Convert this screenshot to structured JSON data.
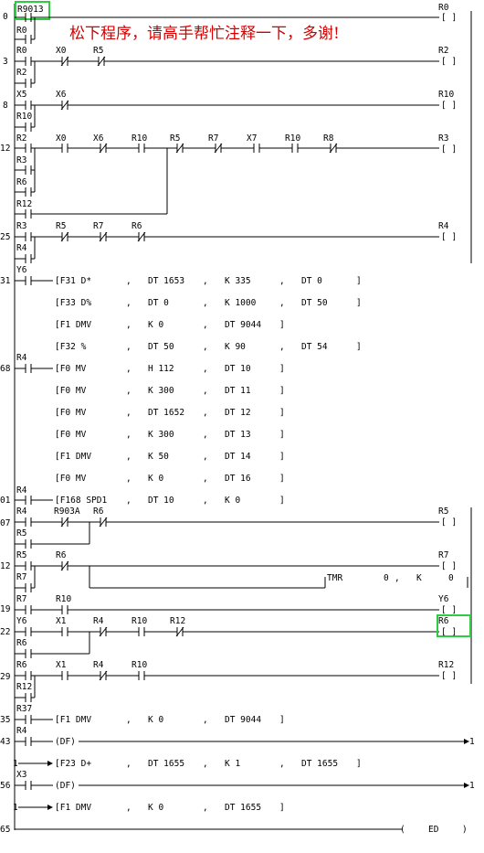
{
  "annotation": "松下程序，请高手帮忙注释一下，多谢!",
  "highlight_color": "#2ecc40",
  "annotation_color": "#d40000",
  "step_numbers": [
    "0",
    "3",
    "8",
    "12",
    "25",
    "31",
    "68",
    "01",
    "07",
    "12",
    "19",
    "22",
    "29",
    "35",
    "43",
    "56",
    "65"
  ],
  "contact_labels": {
    "r9013": "R9013",
    "r0": "R0",
    "r2": "R2",
    "x0": "X0",
    "r5": "R5",
    "x5": "X5",
    "x6": "X6",
    "r10": "R10",
    "r7": "R7",
    "x7": "X7",
    "r8": "R8",
    "r3": "R3",
    "r6": "R6",
    "r12": "R12",
    "r4": "R4",
    "y6": "Y6",
    "r903a": "R903A",
    "x1": "X1",
    "r37": "R37",
    "x3": "X3"
  },
  "coils": {
    "r0": "R0",
    "r2": "R2",
    "r10": "R10",
    "r3": "R3",
    "r4": "R4",
    "r5": "R5",
    "r7": "R7",
    "y6": "Y6",
    "r6": "R6",
    "r12": "R12"
  },
  "coil_bracket": "[ ]",
  "tmr": {
    "label": "TMR",
    "num": "0",
    "sep": ",",
    "k": "K",
    "kval": "0"
  },
  "functions": {
    "f31": [
      "[F31 D*",
      ",",
      "DT 1653",
      ",",
      "K 335",
      ",",
      "DT 0",
      "]"
    ],
    "f33": [
      "[F33 D%",
      ",",
      "DT 0",
      ",",
      "K 1000",
      ",",
      "DT 50",
      "]"
    ],
    "f1a": [
      "[F1 DMV",
      ",",
      "K 0",
      ",",
      "DT 9044",
      "]"
    ],
    "f32": [
      "[F32 %",
      ",",
      "DT 50",
      ",",
      "K 90",
      ",",
      "DT 54",
      "]"
    ],
    "f0a": [
      "[F0 MV",
      ",",
      "H 112",
      ",",
      "DT 10",
      "]"
    ],
    "f0b": [
      "[F0 MV",
      ",",
      "K 300",
      ",",
      "DT 11",
      "]"
    ],
    "f0c": [
      "[F0 MV",
      ",",
      "DT 1652",
      ",",
      "DT 12",
      "]"
    ],
    "f0d": [
      "[F0 MV",
      ",",
      "K 300",
      ",",
      "DT 13",
      "]"
    ],
    "f1b": [
      "[F1 DMV",
      ",",
      "K 50",
      ",",
      "DT 14",
      "]"
    ],
    "f0e": [
      "[F0 MV",
      ",",
      "K 0",
      ",",
      "DT 16",
      "]"
    ],
    "f168": [
      "[F168 SPD1",
      ",",
      "DT 10",
      ",",
      "K 0",
      "]"
    ],
    "f1c": [
      "[F1 DMV",
      ",",
      "K 0",
      ",",
      "DT 9044",
      "]"
    ],
    "f23": [
      "[F23 D+",
      ",",
      "DT 1655",
      ",",
      "K 1",
      ",",
      "DT 1655",
      "]"
    ],
    "f1d": [
      "[F1 DMV",
      ",",
      "K 0",
      ",",
      "DT 1655",
      "]"
    ]
  },
  "df": "(DF)",
  "df_target": "1",
  "df_source": "1",
  "end": {
    "open": "(",
    "label": "ED",
    "close": ")"
  }
}
